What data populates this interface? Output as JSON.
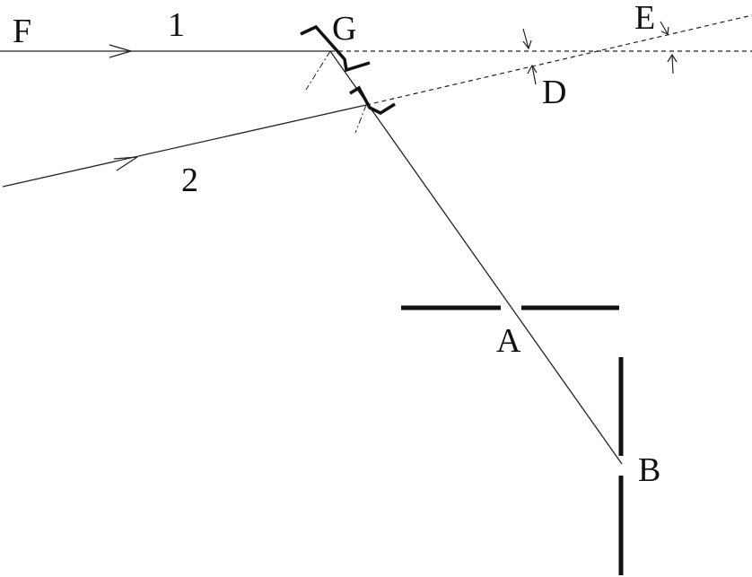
{
  "labels": {
    "F": "F",
    "ray1": "1",
    "G": "G",
    "E": "E",
    "D": "D",
    "ray2": "2",
    "A": "A",
    "B": "B"
  }
}
